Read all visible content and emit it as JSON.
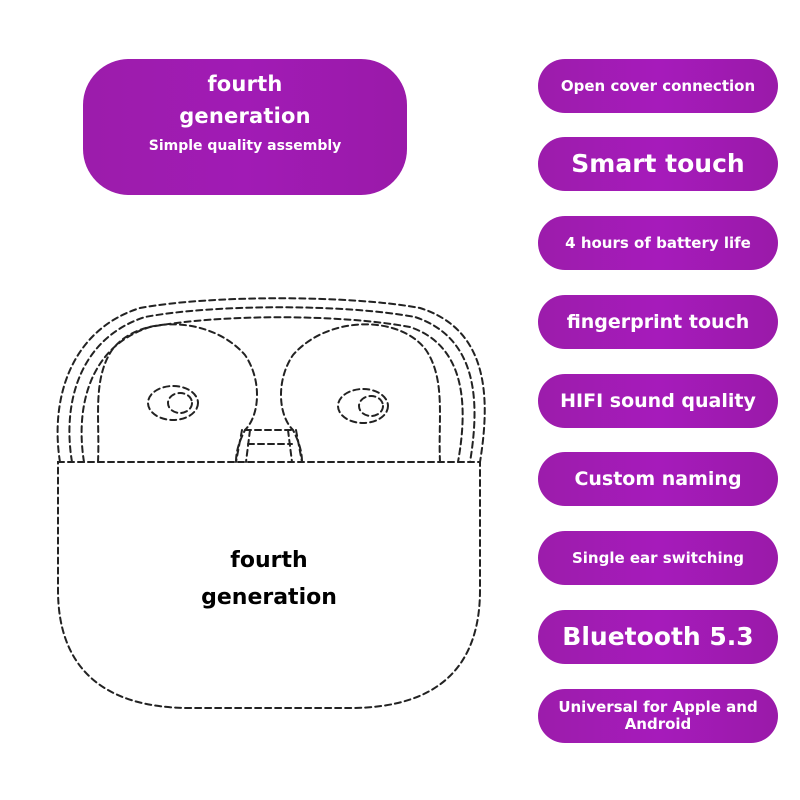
{
  "header": {
    "title_line1": "fourth",
    "title_line2": "generation",
    "subtitle": "Simple quality assembly"
  },
  "features": [
    "Open cover connection",
    "Smart touch",
    "4 hours of battery life",
    "fingerprint touch",
    "HIFI sound quality",
    "Custom naming",
    "Single ear switching",
    "Bluetooth 5.3",
    "Universal for Apple and Android"
  ],
  "case_label": {
    "line1": "fourth",
    "line2": "generation"
  },
  "colors": {
    "accent": "#a01bb3",
    "text_on_accent": "#ffffff",
    "line": "#222222"
  },
  "icons": {
    "product": "earbuds-case-outline"
  }
}
